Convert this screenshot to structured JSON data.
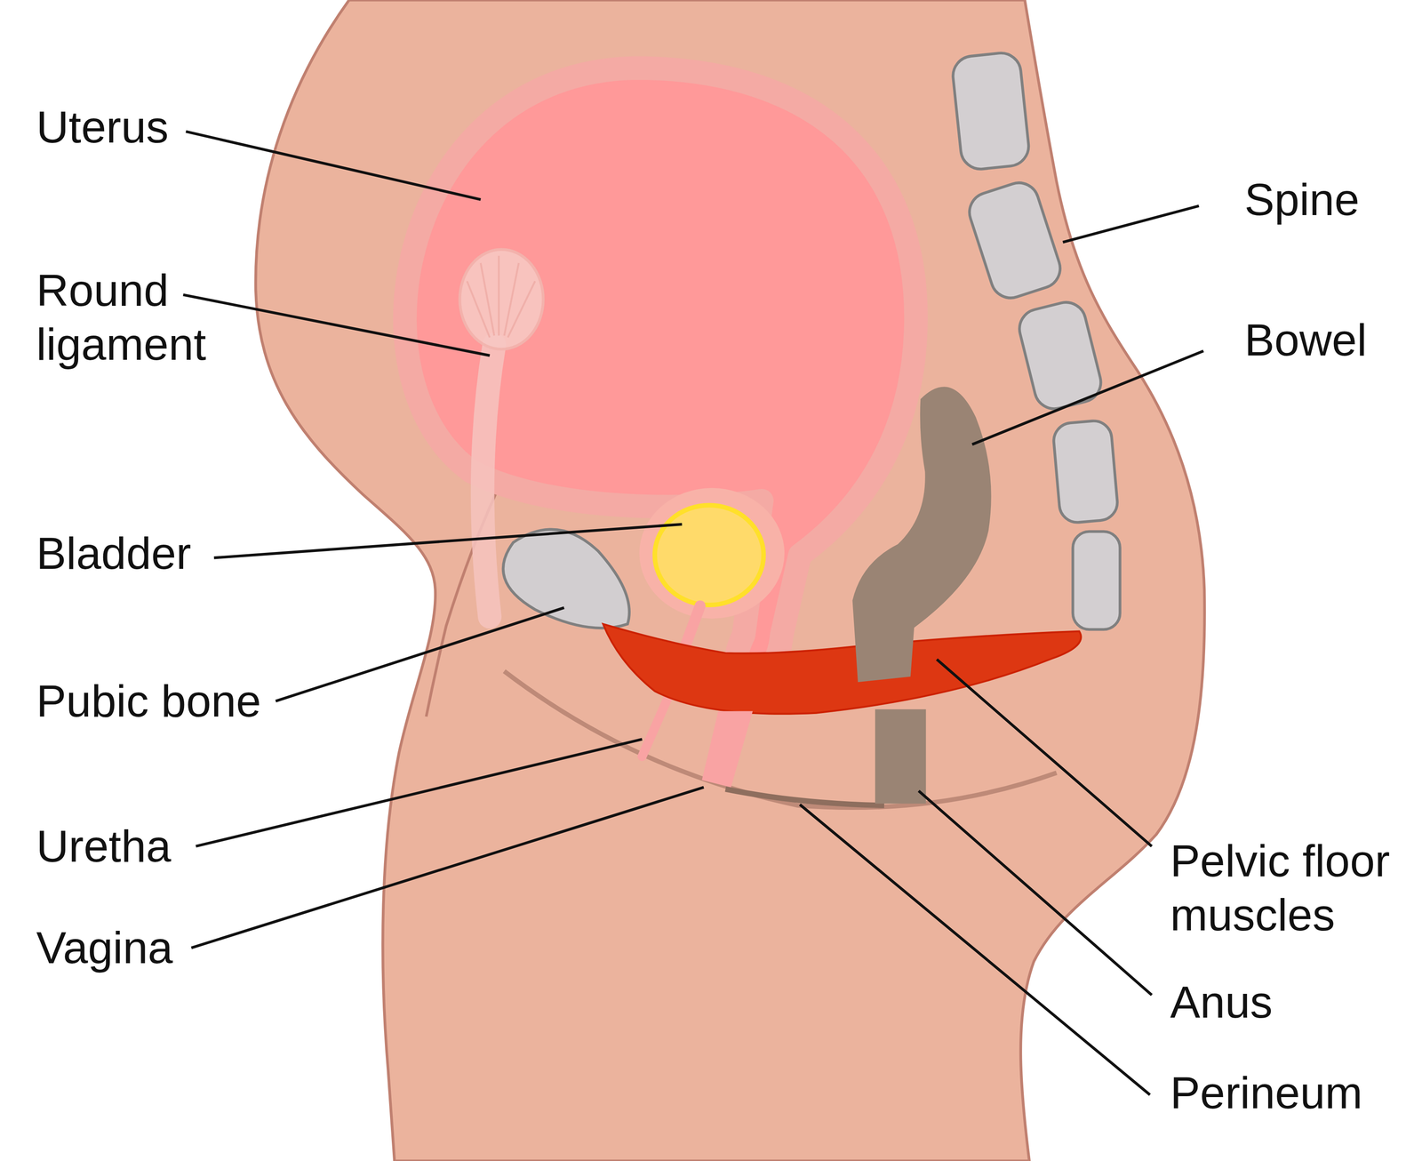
{
  "diagram": {
    "labels": [
      "Uterus",
      "Round ligament",
      "Bladder",
      "Pubic bone",
      "Uretha",
      "Vagina",
      "Spine",
      "Bowel",
      "Pelvic floor muscles",
      "Anus",
      "Perineum"
    ]
  }
}
